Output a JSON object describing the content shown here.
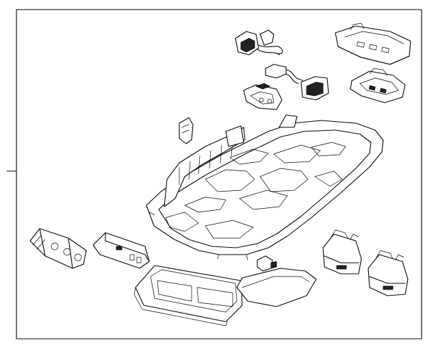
{
  "diagram": {
    "kind": "exploded-parts-illustration",
    "line_color": "#000000",
    "background": "#ffffff",
    "components": [
      {
        "id": "overhead-console-housing"
      },
      {
        "id": "harness-connector-upper"
      },
      {
        "id": "wiring-harness-lamp"
      },
      {
        "id": "map-lamp-socket"
      },
      {
        "id": "control-module-upper-right"
      },
      {
        "id": "switch-module-right"
      },
      {
        "id": "retaining-clip"
      },
      {
        "id": "switch-assembly-left"
      },
      {
        "id": "connector-block-left"
      },
      {
        "id": "sunglass-bin-frame"
      },
      {
        "id": "lamp-bulb"
      },
      {
        "id": "lamp-lens"
      },
      {
        "id": "switch-module-lower-right-1"
      },
      {
        "id": "switch-module-lower-right-2"
      }
    ]
  }
}
